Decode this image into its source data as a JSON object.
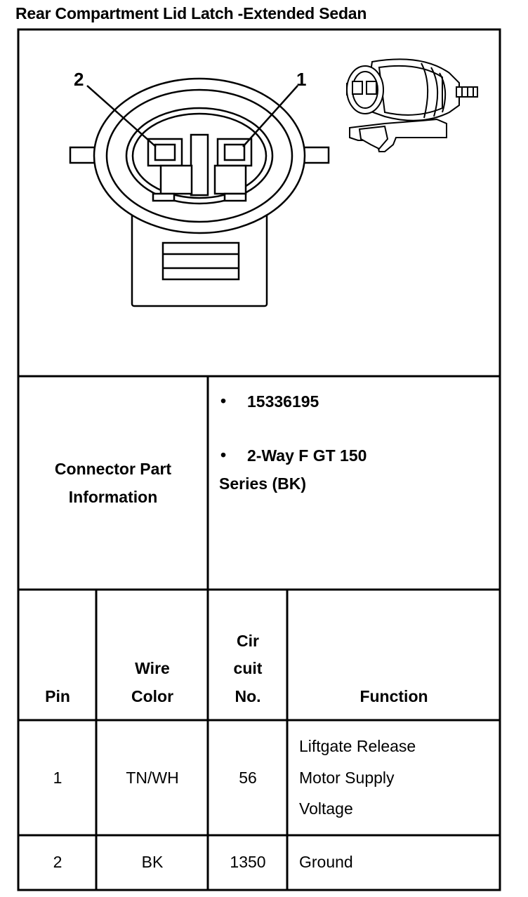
{
  "title": "Rear Compartment Lid Latch -Extended Sedan",
  "diagram": {
    "pin_labels": [
      "2",
      "1"
    ]
  },
  "connector_info": {
    "label_line1": "Connector Part",
    "label_line2": "Information",
    "part_number": "15336195",
    "description_line1": "2-Way F GT 150",
    "description_line2": "Series (BK)"
  },
  "table": {
    "headers": {
      "pin": "Pin",
      "wire_color_l1": "Wire",
      "wire_color_l2": "Color",
      "circuit_l1": "Cir",
      "circuit_l2": "cuit",
      "circuit_l3": "No.",
      "function": "Function"
    },
    "rows": [
      {
        "pin": "1",
        "wire_color": "TN/WH",
        "circuit": "56",
        "function_l1": "Liftgate Release",
        "function_l2": "Motor Supply",
        "function_l3": "Voltage"
      },
      {
        "pin": "2",
        "wire_color": "BK",
        "circuit": "1350",
        "function_l1": "Ground"
      }
    ]
  }
}
